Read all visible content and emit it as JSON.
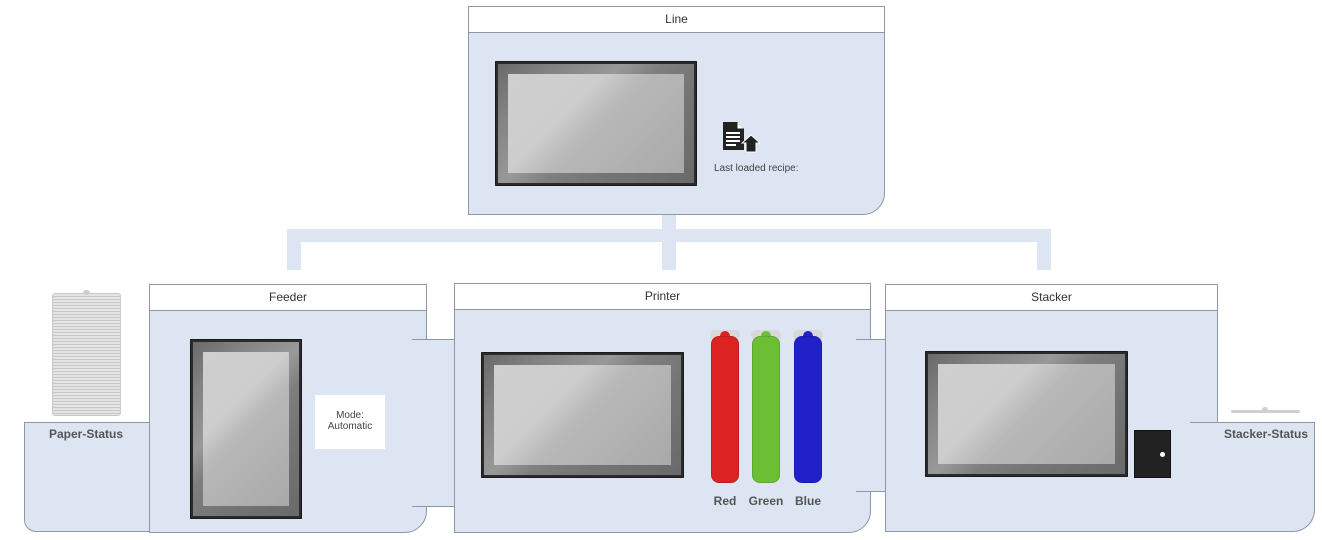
{
  "line": {
    "title": "Line",
    "recipe_label": "Last loaded recipe:"
  },
  "feeder": {
    "title": "Feeder",
    "mode_text": "Mode:\nAutomatic"
  },
  "printer": {
    "title": "Printer",
    "inks": [
      {
        "label": "Red",
        "color": "#dd2222"
      },
      {
        "label": "Green",
        "color": "#6cbf35"
      },
      {
        "label": "Blue",
        "color": "#2020c8"
      }
    ]
  },
  "stacker": {
    "title": "Stacker"
  },
  "paper_status": {
    "label": "Paper-Status"
  },
  "stacker_status": {
    "label": "Stacker-Status"
  },
  "icons": {
    "recipe": "document-upload-icon",
    "door": "door-icon"
  },
  "colors": {
    "panel": "#dce5f1",
    "border": "#8e97a3"
  }
}
